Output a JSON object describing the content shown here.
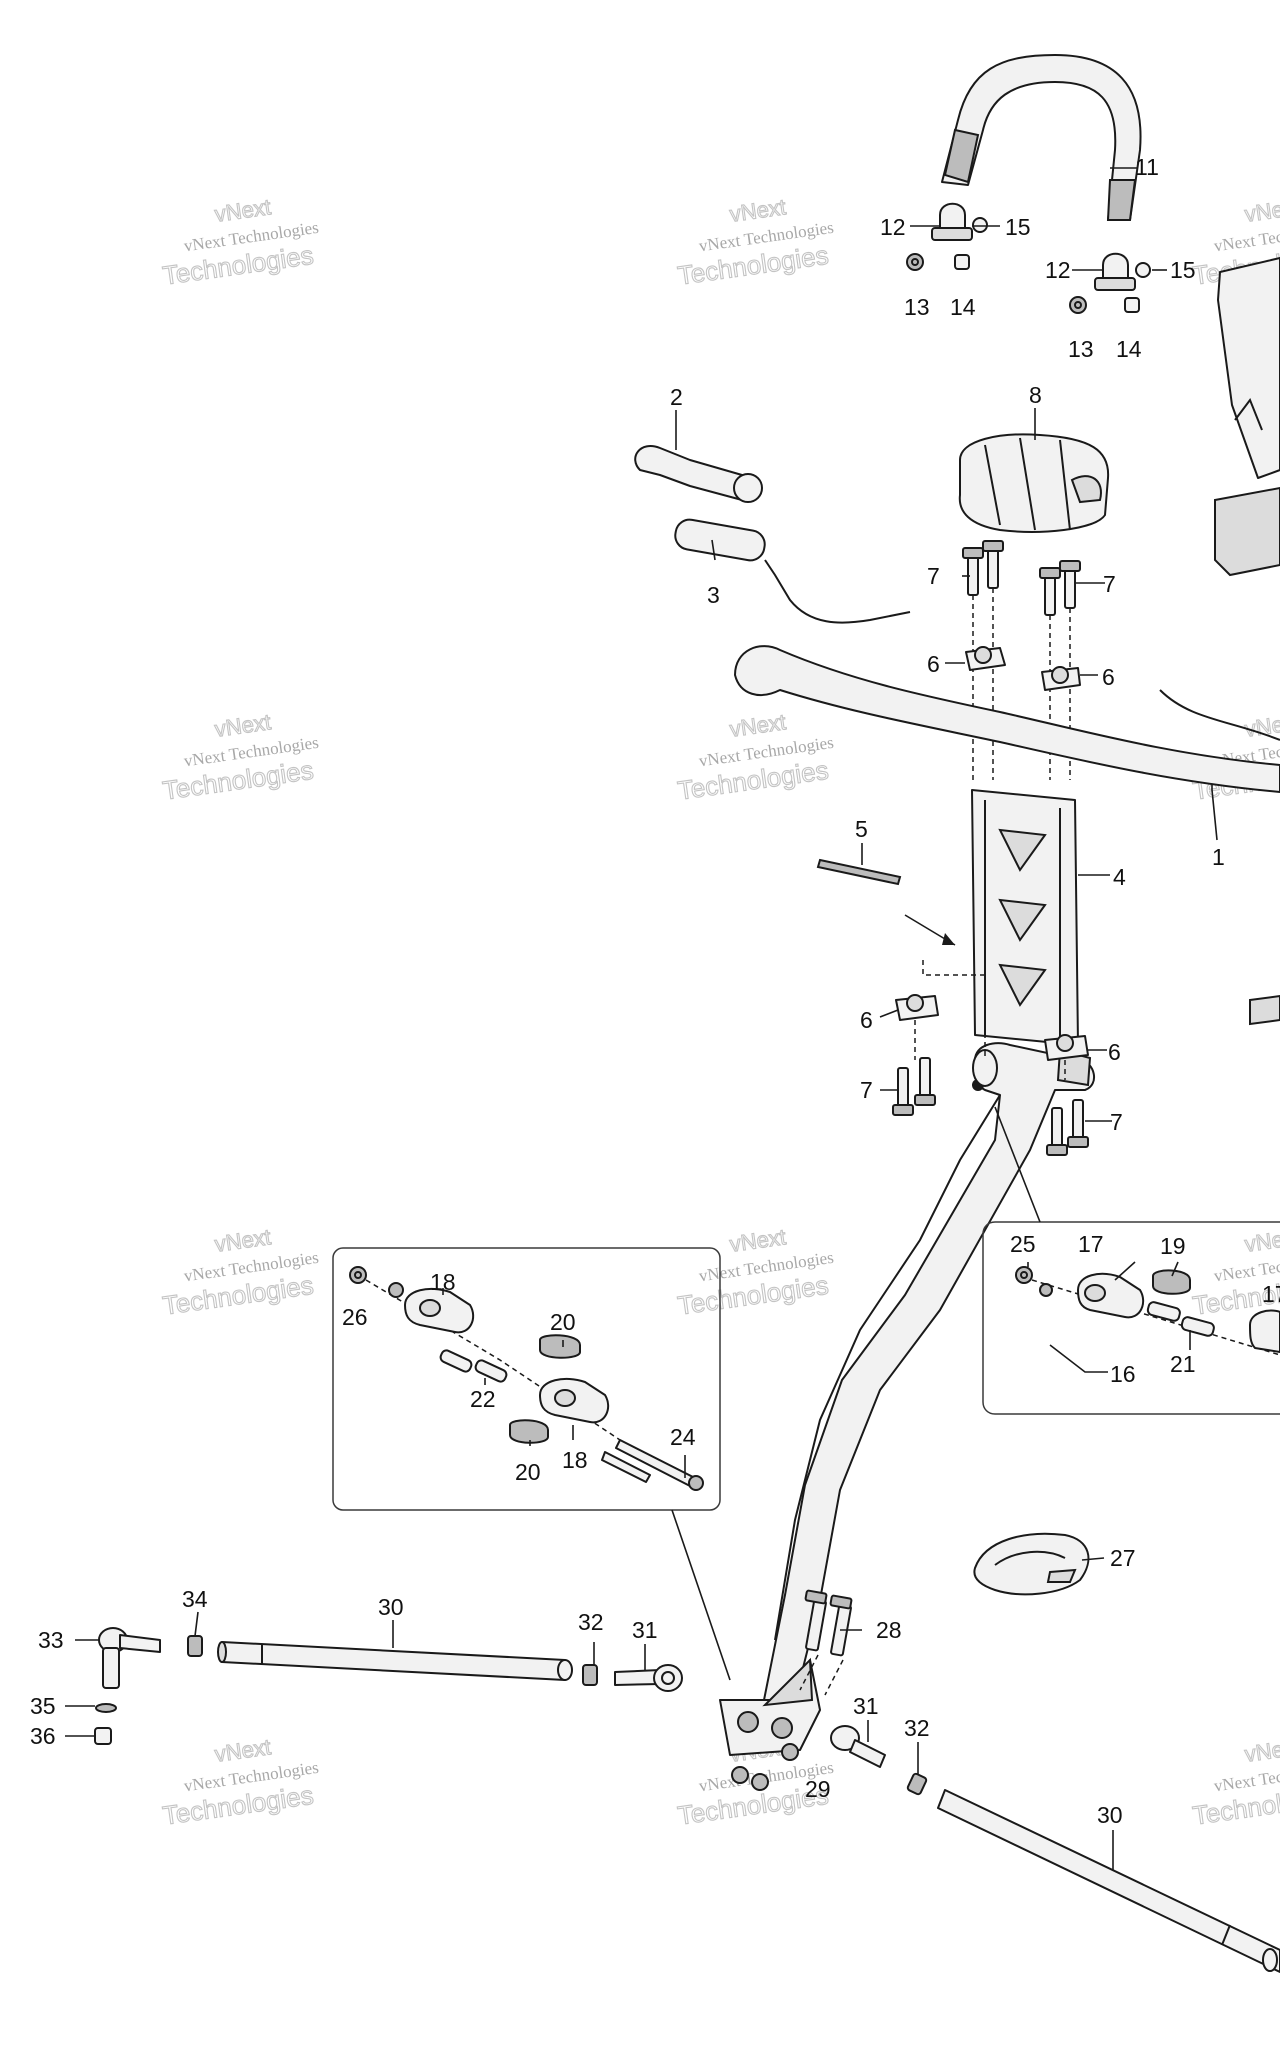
{
  "watermark": {
    "line1": "vNext Technologies",
    "line2": "Technologies",
    "line3": "vNext"
  },
  "callouts": {
    "c1": "1",
    "c2": "2",
    "c3": "3",
    "c4": "4",
    "c5": "5",
    "c6": "6",
    "c7": "7",
    "c8": "8",
    "c11": "11",
    "c12": "12",
    "c13": "13",
    "c14": "14",
    "c15": "15",
    "c16": "16",
    "c17": "17",
    "c18": "18",
    "c19": "19",
    "c20": "20",
    "c21": "21",
    "c22": "22",
    "c24": "24",
    "c25": "25",
    "c26": "26",
    "c27": "27",
    "c28": "28",
    "c29": "29",
    "c30": "30",
    "c31": "31",
    "c32": "32",
    "c33": "33",
    "c34": "34",
    "c35": "35",
    "c36": "36"
  },
  "colors": {
    "line": "#1a1a1a",
    "fill": "#f2f2f2",
    "shade": "#bcbcbc",
    "watermark": "#c4c4c4"
  }
}
